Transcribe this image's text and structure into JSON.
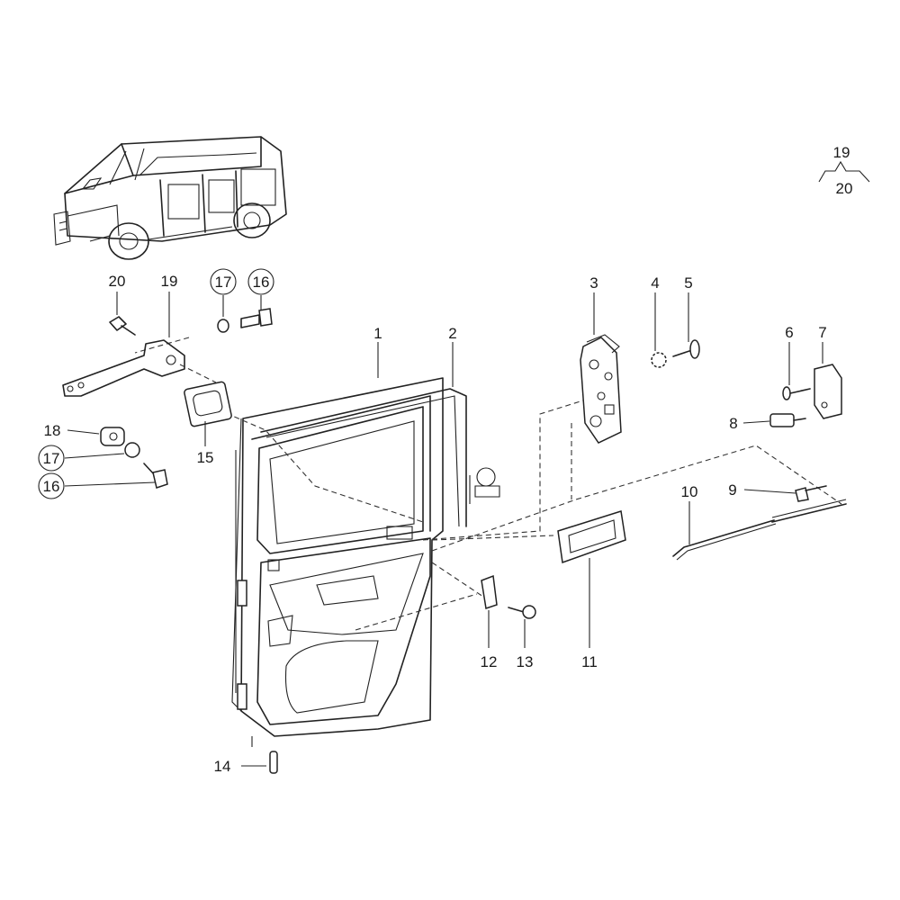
{
  "diagram": {
    "callouts": [
      {
        "id": "c1",
        "text": "1",
        "circled": false
      },
      {
        "id": "c2",
        "text": "2",
        "circled": false
      },
      {
        "id": "c3",
        "text": "3",
        "circled": false
      },
      {
        "id": "c4",
        "text": "4",
        "circled": false
      },
      {
        "id": "c5",
        "text": "5",
        "circled": false
      },
      {
        "id": "c6",
        "text": "6",
        "circled": false
      },
      {
        "id": "c7",
        "text": "7",
        "circled": false
      },
      {
        "id": "c8",
        "text": "8",
        "circled": false
      },
      {
        "id": "c9",
        "text": "9",
        "circled": false
      },
      {
        "id": "c10",
        "text": "10",
        "circled": false
      },
      {
        "id": "c11",
        "text": "11",
        "circled": false
      },
      {
        "id": "c12",
        "text": "12",
        "circled": false
      },
      {
        "id": "c13",
        "text": "13",
        "circled": false
      },
      {
        "id": "c14",
        "text": "14",
        "circled": false
      },
      {
        "id": "c15",
        "text": "15",
        "circled": false
      },
      {
        "id": "c16a",
        "text": "16",
        "circled": true
      },
      {
        "id": "c17a",
        "text": "17",
        "circled": true
      },
      {
        "id": "c16b",
        "text": "16",
        "circled": true
      },
      {
        "id": "c17b",
        "text": "17",
        "circled": true
      },
      {
        "id": "c18",
        "text": "18",
        "circled": false
      },
      {
        "id": "c19",
        "text": "19",
        "circled": false
      },
      {
        "id": "c20",
        "text": "20",
        "circled": false
      }
    ],
    "bracket": {
      "top": "19",
      "bottom": "20"
    }
  }
}
